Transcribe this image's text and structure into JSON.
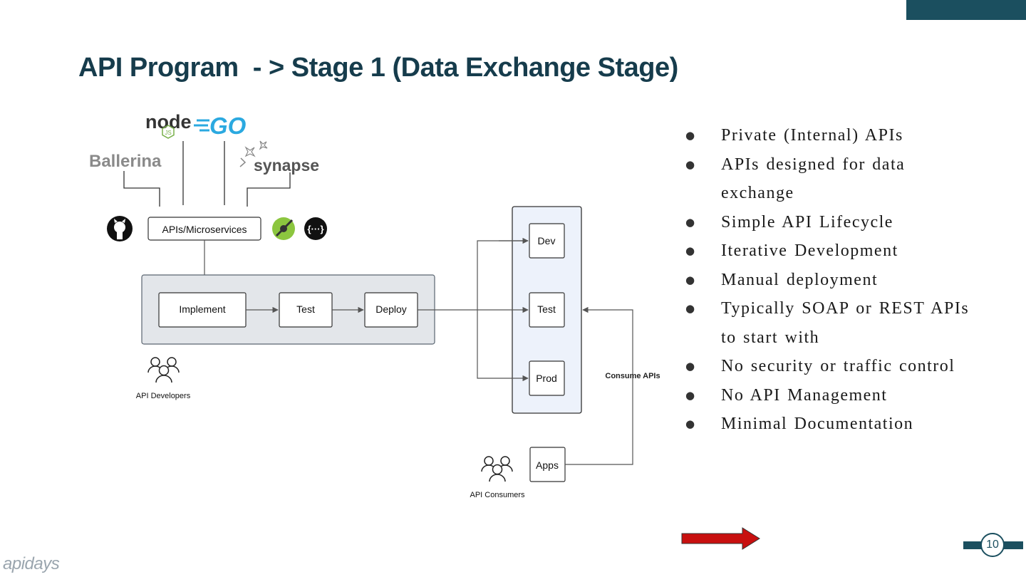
{
  "slide": {
    "title": "API Program  - > Stage 1 (Data Exchange Stage)",
    "page_number": "10",
    "brand_logo": "apidays"
  },
  "tech_logos": {
    "node": "node",
    "node_badge": "JS",
    "go": "GO",
    "ballerina": "Ballerina",
    "synapse": "synapse"
  },
  "diagram": {
    "apis_box": "APIs/Microservices",
    "steps": [
      "Implement",
      "Test",
      "Deploy"
    ],
    "environments": [
      "Dev",
      "Test",
      "Prod"
    ],
    "apps": "Apps",
    "consume_label": "Consume APIs",
    "developers_label": "API Developers",
    "consumers_label": "API Consumers"
  },
  "bullets": [
    "Private (Internal) APIs",
    "APIs designed for data exchange",
    "Simple API Lifecycle",
    "Iterative Development",
    "Manual deployment",
    "Typically SOAP or REST APIs to start with",
    "No security or traffic control",
    "No API Management",
    "Minimal Documentation"
  ],
  "colors": {
    "accent": "#1b4f5f",
    "title": "#163c4c",
    "process_bg": "#e3e6ea",
    "env_bg": "#edf2fb",
    "go_blue": "#2ba9e0",
    "arrow_red": "#c8100f"
  }
}
